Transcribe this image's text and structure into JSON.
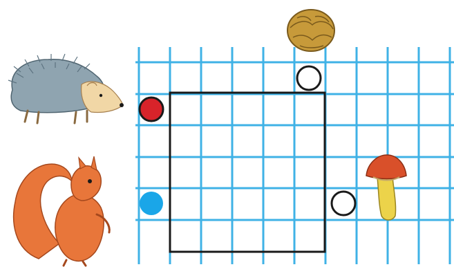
{
  "scene": {
    "characters": [
      "hedgehog",
      "squirrel"
    ],
    "targets": [
      "walnut",
      "mushroom"
    ],
    "colors": {
      "grid_line": "#3fb2e6",
      "square_outline": "#1a1a1a",
      "hedgehog_dot": "#d8232a",
      "squirrel_dot": "#1aa6e8",
      "target_circle_fill": "#ffffff",
      "target_circle_stroke": "#1a1a1a",
      "hedgehog_spines": "#8fa4b0",
      "hedgehog_face": "#f1d7a6",
      "squirrel_fur": "#e8763a",
      "walnut": "#c79a3a",
      "mushroom_cap": "#d9502a",
      "mushroom_stem": "#ecd34a"
    },
    "icons": {
      "hedgehog": "hedgehog-icon",
      "squirrel": "squirrel-icon",
      "walnut": "walnut-icon",
      "mushroom": "mushroom-icon"
    }
  }
}
